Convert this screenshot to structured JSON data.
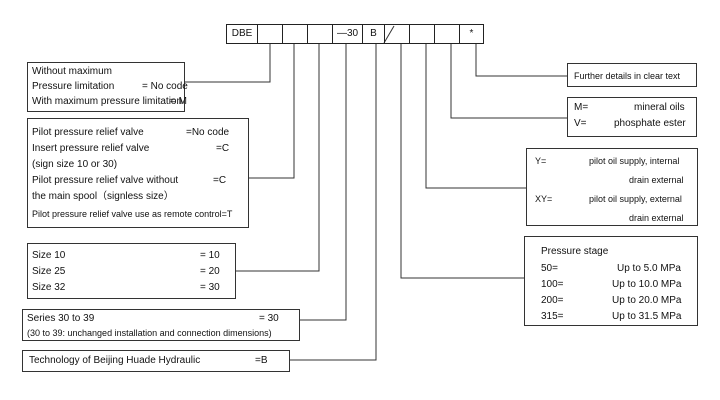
{
  "code_bar": {
    "cells": [
      "DBE",
      "",
      "",
      "",
      "—30",
      "B",
      "/",
      "",
      "",
      "",
      "*"
    ]
  },
  "box_max_pressure": {
    "line1": "Without maximum",
    "line2_label": "Pressure limitation",
    "line2_code": "= No code",
    "line3_label": "With maximum pressure limitation",
    "line3_code": "= M"
  },
  "box_valve_type": {
    "l1_label": "Pilot pressure relief valve",
    "l1_code": "=No code",
    "l2_label": "Insert pressure relief valve",
    "l2_code": "=C",
    "l3": "(sign size 10 or 30)",
    "l4_label": "Pilot pressure relief valve without",
    "l4_code": "=C",
    "l5": "the main spool（signless size）",
    "l6": "Pilot pressure relief valve use as remote control=T"
  },
  "box_size": {
    "rows": [
      {
        "label": "Size 10",
        "code": "= 10"
      },
      {
        "label": "Size 25",
        "code": "= 20"
      },
      {
        "label": "Size 32",
        "code": "= 30"
      }
    ]
  },
  "box_series": {
    "label": "Series 30 to 39",
    "code": "= 30",
    "note": "(30 to 39: unchanged installation and connection dimensions)"
  },
  "box_technology": {
    "label": "Technology of Beijing Huade Hydraulic",
    "code": "=B"
  },
  "box_further": {
    "text": "Further details in clear text"
  },
  "box_oil": {
    "rows": [
      {
        "code": "M=",
        "desc": "mineral oils"
      },
      {
        "code": "V=",
        "desc": "phosphate ester"
      }
    ]
  },
  "box_pilot": {
    "y_code": "Y=",
    "y_desc1": "pilot oil supply, internal",
    "y_desc2": "drain external",
    "xy_code": "XY=",
    "xy_desc1": "pilot oil supply, external",
    "xy_desc2": "drain external"
  },
  "box_pressure_stage": {
    "title": "Pressure stage",
    "rows": [
      {
        "code": "50=",
        "desc": "Up to 5.0 MPa"
      },
      {
        "code": "100=",
        "desc": "Up to 10.0 MPa"
      },
      {
        "code": "200=",
        "desc": "Up to 20.0 MPa"
      },
      {
        "code": "315=",
        "desc": "Up to 31.5 MPa"
      }
    ]
  }
}
